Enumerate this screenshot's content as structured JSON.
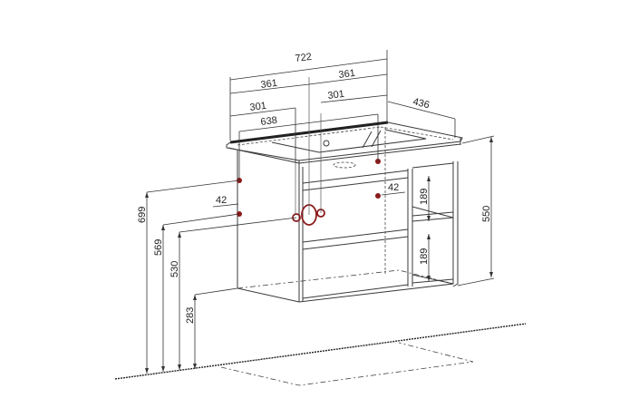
{
  "drawing": {
    "subject": "Vanity cabinet with washbasin — installation dimensions",
    "colors": {
      "line": "#3a3a3a",
      "connection_point": "#8b1a1a",
      "background": "#ffffff"
    },
    "dimensions": {
      "overall_width": "722",
      "half_left": "361",
      "half_right": "361",
      "left_offset": "301",
      "right_offset": "301",
      "basin_width": "638",
      "depth": "436",
      "cabinet_height": "550",
      "height_699": "699",
      "height_569": "569",
      "height_530": "530",
      "height_283": "283",
      "offset_42_left": "42",
      "offset_42_right": "42",
      "shelf_upper": "189",
      "shelf_lower": "189"
    }
  }
}
